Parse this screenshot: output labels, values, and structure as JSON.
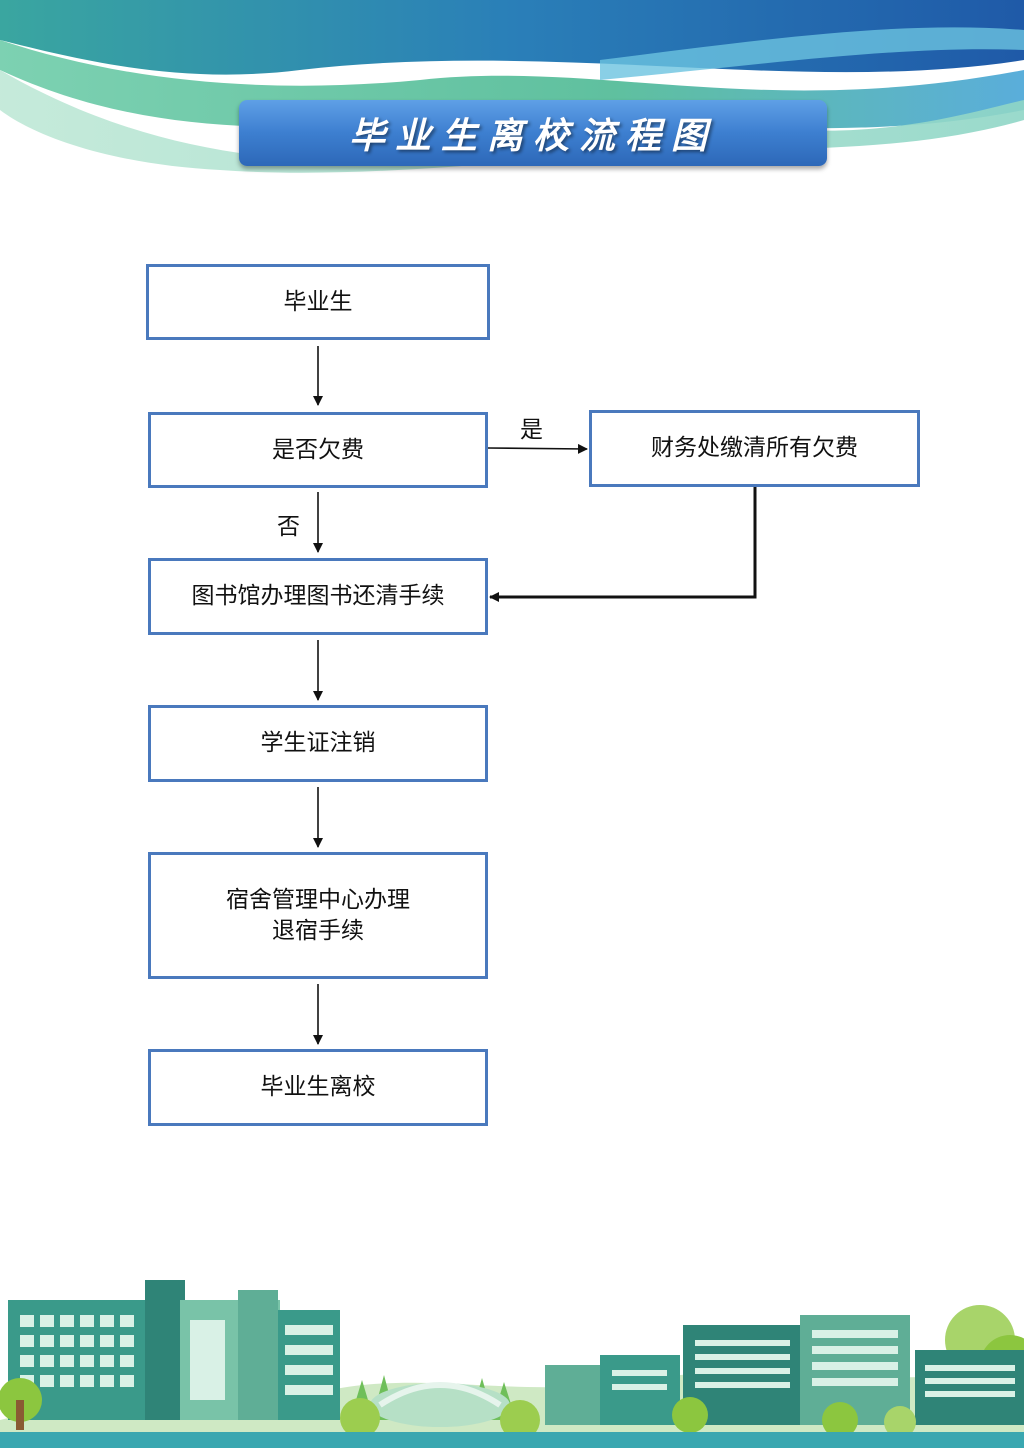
{
  "title": "毕业生离校流程图",
  "colors": {
    "node_border": "#4a79bd",
    "banner": "#3d7fd0",
    "header_wave_dark": "#1f5aa8",
    "header_wave_green": "#4fc08d",
    "footer_building": "#3a9a8a",
    "footer_greenery": "#8cc63f"
  },
  "flow": {
    "nodes": {
      "graduate": "毕业生",
      "arrears_check": "是否欠费",
      "finance_payment": "财务处缴清所有欠费",
      "library_clearance": "图书馆办理图书还清手续",
      "student_card_cancel": "学生证注销",
      "dorm_checkout_line1": "宿舍管理中心办理",
      "dorm_checkout_line2": "退宿手续",
      "graduate_leave": "毕业生离校"
    },
    "edge_labels": {
      "yes": "是",
      "no": "否"
    }
  }
}
